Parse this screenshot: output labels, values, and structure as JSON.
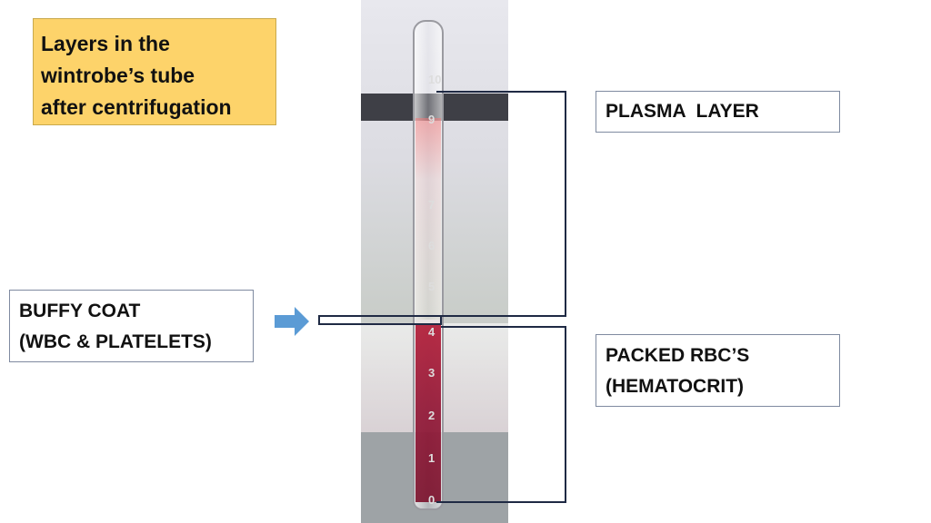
{
  "title": {
    "lines": [
      "Layers in the",
      "wintrobe’s tube",
      "after centrifugation"
    ]
  },
  "labels": {
    "plasma": [
      "PLASMA  LAYER"
    ],
    "packed": [
      "PACKED RBC’S",
      "(HEMATOCRIT)"
    ],
    "buffy": [
      "BUFFY COAT",
      "(WBC & PLATELETS)"
    ]
  },
  "tube_scale": [
    "10",
    "9",
    "7",
    "6",
    "5",
    "4",
    "3",
    "2",
    "1",
    "0"
  ],
  "colors": {
    "title_bg": "#fdd36a",
    "bracket": "#1f2a44",
    "arrow": "#5b9bd5",
    "rbc": "#8e1030"
  },
  "icons": {
    "arrow": "right-arrow-icon"
  }
}
